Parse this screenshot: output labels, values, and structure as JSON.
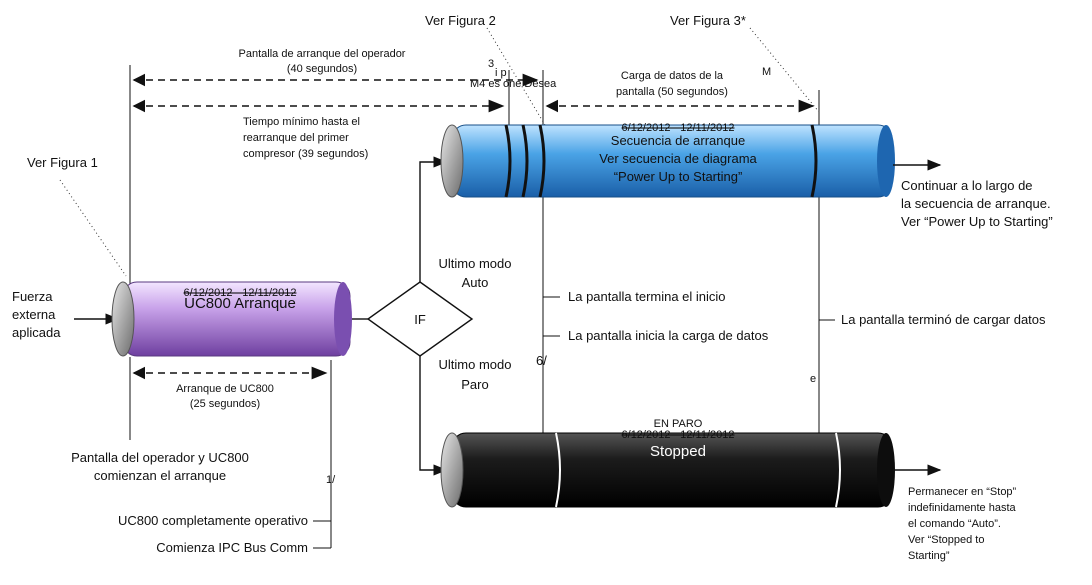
{
  "refs": {
    "fig1": "Ver Figura 1",
    "fig2": "Ver Figura 2",
    "fig3": "Ver Figura 3*"
  },
  "timeline": {
    "operator_boot": "Pantalla de arranque del operador",
    "operator_boot_time": "(40 segundos)",
    "min_restart_1": "Tiempo mínimo hasta el",
    "min_restart_2": "rearranque del primer",
    "min_restart_3": "compresor (39 segundos)",
    "data_load_1": "Carga de datos de la",
    "data_load_2": "pantalla (50 segundos)",
    "uc800_boot": "Arranque de UC800",
    "uc800_boot_time": "(25 segundos)"
  },
  "left": {
    "force_1": "Fuerza",
    "force_2": "externa",
    "force_3": "aplicada",
    "start_1": "Pantalla del operador y UC800",
    "start_2": "comienzan el arranque",
    "operational": "UC800 completamente operativo",
    "ipc": "Comienza IPC Bus Comm"
  },
  "cylinders": {
    "uc800_date": "6/12/2012 - 12/11/2012",
    "uc800_label": "UC800 Arranque",
    "blue_date": "6/12/2012 - 12/11/2012",
    "blue_1": "Secuencia de arranque",
    "blue_2": "Ver secuencia de diagrama",
    "blue_3": "“Power Up to Starting”",
    "black_header": "EN PARO",
    "black_date": "6/12/2012 - 12/11/2012",
    "black_label": "Stopped"
  },
  "decision": {
    "label": "IF",
    "auto_1": "Ultimo modo",
    "auto_2": "Auto",
    "stop_1": "Ultimo modo",
    "stop_2": "Paro"
  },
  "events": {
    "screen_ends": "La pantalla termina el inicio",
    "screen_loads": "La pantalla inicia la carga de datos",
    "screen_loaded": "La pantalla terminó de cargar datos"
  },
  "right": {
    "continue_1": "Continuar a lo largo de",
    "continue_2": "la secuencia de arranque.",
    "continue_3": "Ver “Power Up to Starting”",
    "remain_1": "Permanecer en “Stop”",
    "remain_2": "indefinidamente hasta",
    "remain_3": "el comando “Auto”.",
    "remain_4": "Ver “Stopped to",
    "remain_5": "Starting”"
  },
  "artifacts": {
    "a1": "3",
    "a2": "i p",
    "a3": "M4 es one Desea",
    "a4": "M",
    "a5": "6/",
    "a6": "e",
    "a7": "1/"
  },
  "colors": {
    "uc800": "#9b6ac6",
    "blue": "#3d8fd6",
    "black": "#1a1a1a",
    "cap": "#a8a8a8"
  }
}
